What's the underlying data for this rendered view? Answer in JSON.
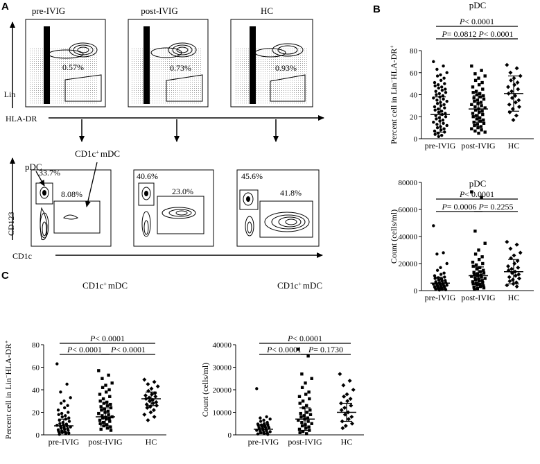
{
  "panel_labels": {
    "a": "A",
    "b": "B",
    "c": "C"
  },
  "flow": {
    "top_titles": [
      "pre-IVIG",
      "post-IVIG",
      "HC"
    ],
    "top_percents": [
      "0.57%",
      "0.73%",
      "0.93%"
    ],
    "top_ylabel": "Lin",
    "top_xlabel": "HLA-DR",
    "pdc_percents": [
      "33.7%",
      "40.6%",
      "45.6%"
    ],
    "mdc_percents": [
      "8.08%",
      "23.0%",
      "41.8%"
    ],
    "pdc_label": "pDC",
    "mdc_label": "CD1c",
    "mdc_label_sup": "+",
    "mdc_label_suffix": "mDC",
    "bottom_ylabel": "CD123",
    "bottom_xlabel": "CD1c"
  },
  "chart_data": [
    {
      "type": "scatter",
      "title": "pDC",
      "ylabel_main": "Percent cell in Lin",
      "ylabel_sup": "−",
      "ylabel_suffix": "HLA-DR",
      "ylabel_tail": "+",
      "categories": [
        "pre-IVIG",
        "post-IVIG",
        "HC"
      ],
      "ylim": [
        0,
        80
      ],
      "yticks": [
        0,
        20,
        40,
        60,
        80
      ],
      "means": [
        22,
        27,
        41
      ],
      "sd": [
        16,
        12,
        16
      ],
      "series": [
        {
          "values": [
            70,
            66,
            63,
            60,
            58,
            57,
            55,
            53,
            51,
            50,
            49,
            48,
            47,
            46,
            45,
            44,
            43,
            42,
            41,
            40,
            39,
            38,
            37,
            36,
            35,
            34,
            33,
            32,
            31,
            30,
            29,
            28,
            27,
            26,
            25,
            24,
            23,
            22,
            21,
            20,
            19,
            18,
            17,
            16,
            15,
            14,
            13,
            12,
            11,
            10,
            9,
            8,
            7,
            6,
            5,
            4,
            3,
            2
          ]
        },
        {
          "values": [
            66,
            62,
            59,
            57,
            55,
            53,
            51,
            49,
            47,
            45,
            43,
            42,
            41,
            40,
            39,
            38,
            37,
            36,
            35,
            34,
            33,
            32,
            31,
            30,
            29,
            28,
            27,
            26,
            25,
            24,
            23,
            22,
            21,
            20,
            19,
            18,
            17,
            16,
            15,
            14,
            13,
            12,
            11,
            10,
            9,
            8,
            7,
            6,
            5
          ]
        },
        {
          "values": [
            67,
            64,
            60,
            57,
            55,
            53,
            51,
            49,
            47,
            45,
            43,
            41,
            39,
            37,
            35,
            33,
            31,
            29,
            27,
            24,
            21,
            17
          ]
        }
      ],
      "brackets": [
        {
          "from": 0,
          "to": 2,
          "label_p": "P",
          "label_val": "< 0.0001"
        },
        {
          "from": 0,
          "to": 1,
          "label_p": "P",
          "label_val": "= 0.0812"
        },
        {
          "from": 1,
          "to": 2,
          "label_p": "P",
          "label_val": "< 0.0001"
        }
      ]
    },
    {
      "type": "scatter",
      "title": "pDC",
      "ylabel": "Count (cells/ml)",
      "categories": [
        "pre-IVIG",
        "post-IVIG",
        "HC"
      ],
      "ylim": [
        0,
        80000
      ],
      "yticks": [
        0,
        20000,
        40000,
        60000,
        80000
      ],
      "means": [
        5500,
        11000,
        14000
      ],
      "sd": [
        4500,
        6500,
        9000
      ],
      "series": [
        {
          "values": [
            48000,
            28000,
            27000,
            20000,
            17000,
            15000,
            13000,
            12000,
            11000,
            10000,
            9500,
            9000,
            8500,
            8000,
            7500,
            7000,
            6500,
            6000,
            5800,
            5500,
            5200,
            5000,
            4800,
            4500,
            4200,
            4000,
            3800,
            3500,
            3200,
            3000,
            2800,
            2500,
            2200,
            2000,
            1800,
            1500,
            1200,
            1000,
            800,
            600,
            400
          ]
        },
        {
          "values": [
            73000,
            69000,
            44000,
            35000,
            30000,
            27000,
            25000,
            23000,
            21000,
            20000,
            19000,
            18000,
            17000,
            16000,
            15000,
            14000,
            13500,
            13000,
            12500,
            12000,
            11500,
            11000,
            10500,
            10000,
            9500,
            9000,
            8500,
            8000,
            7500,
            7000,
            6500,
            6000,
            5500,
            5000,
            4500,
            4000,
            3500,
            3000,
            2500,
            2000,
            1500,
            1000
          ]
        },
        {
          "values": [
            36000,
            34000,
            31000,
            28000,
            26000,
            24000,
            22000,
            20000,
            18000,
            17000,
            16000,
            15000,
            14000,
            13000,
            12000,
            11000,
            10000,
            9000,
            8000,
            7000,
            6000,
            5000,
            4000,
            3000
          ]
        }
      ],
      "brackets": [
        {
          "from": 0,
          "to": 2,
          "label_p": "P",
          "label_val": "< 0.0001"
        },
        {
          "from": 0,
          "to": 1,
          "label_p": "P",
          "label_val": "= 0.0006"
        },
        {
          "from": 1,
          "to": 2,
          "label_p": "P",
          "label_val": "= 0.2255"
        }
      ]
    },
    {
      "type": "scatter",
      "title_main": "CD1c",
      "title_sup": "+",
      "title_suffix": "mDC",
      "ylabel_main": "Percent cell in Lin",
      "ylabel_sup": "−",
      "ylabel_suffix": "HLA-DR",
      "ylabel_tail": "+",
      "categories": [
        "pre-IVIG",
        "post-IVIG",
        "HC"
      ],
      "ylim": [
        0,
        80
      ],
      "yticks": [
        0,
        20,
        40,
        60,
        80
      ],
      "means": [
        8,
        16,
        32
      ],
      "sd": [
        6,
        8,
        6
      ],
      "series": [
        {
          "values": [
            63,
            45,
            38,
            33,
            30,
            28,
            26,
            24,
            22,
            20,
            19,
            18,
            17,
            16,
            15,
            14,
            13,
            12,
            11,
            10,
            9.5,
            9,
            8.5,
            8,
            7.5,
            7,
            6.5,
            6,
            5.5,
            5,
            4.5,
            4,
            3.5,
            3,
            2.5,
            2,
            1.5,
            1,
            0.5
          ]
        },
        {
          "values": [
            57,
            53,
            50,
            46,
            44,
            42,
            40,
            38,
            36,
            34,
            32,
            30,
            29,
            28,
            27,
            26,
            25,
            24,
            23,
            22,
            21,
            20,
            19,
            18,
            17,
            16,
            15.5,
            15,
            14.5,
            14,
            13,
            12,
            11,
            10,
            9,
            8,
            7,
            6,
            5,
            4
          ]
        },
        {
          "values": [
            49,
            47,
            45,
            43,
            41,
            39,
            37,
            36,
            35,
            34,
            33,
            32,
            31,
            30,
            29,
            28,
            27,
            26,
            25,
            24,
            22,
            20,
            18,
            16,
            13
          ]
        }
      ],
      "brackets": [
        {
          "from": 0,
          "to": 2,
          "label_p": "P",
          "label_val": "< 0.0001"
        },
        {
          "from": 0,
          "to": 1,
          "label_p": "P",
          "label_val": "< 0.0001"
        },
        {
          "from": 1,
          "to": 2,
          "label_p": "P",
          "label_val": "< 0.0001"
        }
      ]
    },
    {
      "type": "scatter",
      "title_main": "CD1c",
      "title_sup": "+",
      "title_suffix": "mDC",
      "ylabel": "Count (cells/ml)",
      "categories": [
        "pre-IVIG",
        "post-IVIG",
        "HC"
      ],
      "ylim": [
        0,
        40000
      ],
      "yticks": [
        0,
        10000,
        20000,
        30000,
        40000
      ],
      "means": [
        2500,
        7000,
        10000
      ],
      "sd": [
        2000,
        5000,
        4000
      ],
      "series": [
        {
          "values": [
            20500,
            8000,
            7500,
            7000,
            6500,
            6000,
            5500,
            5000,
            4800,
            4600,
            4400,
            4200,
            4000,
            3800,
            3600,
            3400,
            3200,
            3000,
            2800,
            2600,
            2400,
            2200,
            2000,
            1800,
            1600,
            1400,
            1200,
            1000,
            800,
            600,
            400,
            200
          ]
        },
        {
          "values": [
            38000,
            35000,
            27000,
            25000,
            23000,
            21000,
            19000,
            18000,
            17000,
            16000,
            15000,
            14000,
            13000,
            12000,
            11000,
            10000,
            9500,
            9000,
            8500,
            8000,
            7500,
            7000,
            6500,
            6000,
            5500,
            5000,
            4500,
            4000,
            3500,
            3000,
            2500,
            2000,
            1500,
            1000,
            500
          ]
        },
        {
          "values": [
            27000,
            24000,
            22000,
            20000,
            18000,
            17000,
            16000,
            15000,
            14000,
            13000,
            12000,
            11000,
            10000,
            9000,
            8000,
            7000,
            6000,
            5000,
            4000,
            3000
          ]
        }
      ],
      "brackets": [
        {
          "from": 0,
          "to": 2,
          "label_p": "P",
          "label_val": "< 0.0001"
        },
        {
          "from": 0,
          "to": 1,
          "label_p": "P",
          "label_val": "< 0.0001"
        },
        {
          "from": 1,
          "to": 2,
          "label_p": "P",
          "label_val": "= 0.1730"
        }
      ]
    }
  ]
}
